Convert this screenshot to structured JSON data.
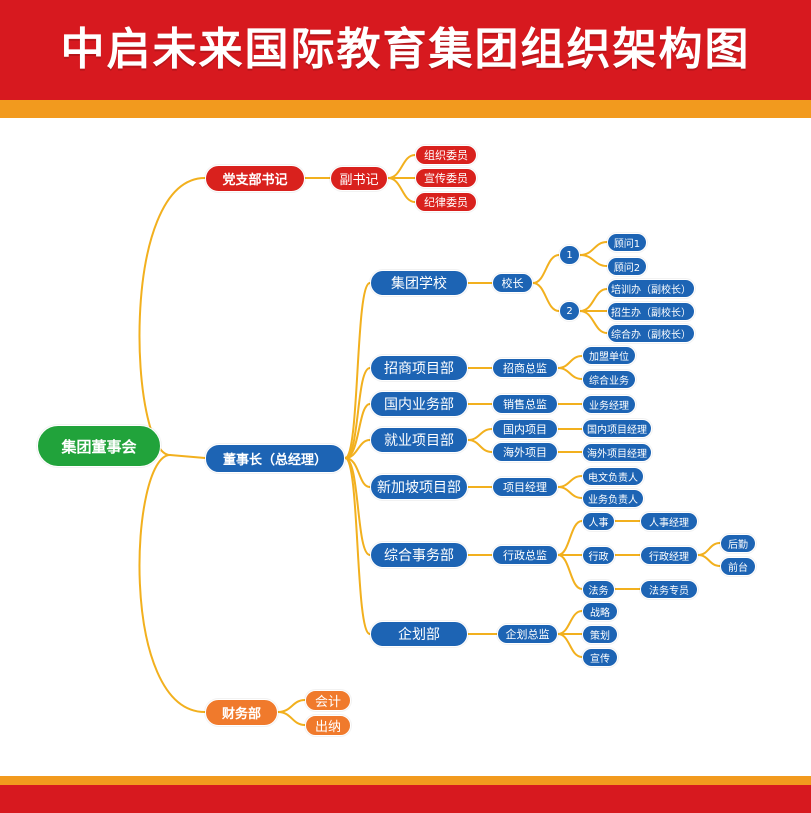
{
  "title": "中启未来国际教育集团组织架构图",
  "colors": {
    "header_red": "#d7191f",
    "band_orange": "#f29a1e",
    "root_green": "#21a33b",
    "party_red": "#d9211d",
    "main_blue": "#1d64b4",
    "finance_orange": "#f07a2c",
    "connector_yellow": "#f2b01e"
  },
  "tree": {
    "root": "集团董事会",
    "party": {
      "label": "党支部书记",
      "deputy": "副书记",
      "members": [
        "组织委员",
        "宣传委员",
        "纪律委员"
      ]
    },
    "chairman": {
      "label": "董事长（总经理）",
      "school": {
        "label": "集团学校",
        "head": "校长",
        "group1": {
          "label": "1",
          "items": [
            "顾问1",
            "顾问2"
          ]
        },
        "group2": {
          "label": "2",
          "items": [
            "培训办（副校长）",
            "招生办（副校长）",
            "综合办（副校长）"
          ]
        }
      },
      "investment": {
        "label": "招商项目部",
        "head": "招商总监",
        "items": [
          "加盟单位",
          "综合业务"
        ]
      },
      "domestic": {
        "label": "国内业务部",
        "head": "销售总监",
        "items": [
          "业务经理"
        ]
      },
      "employment": {
        "label": "就业项目部",
        "domestic_project": "国内项目",
        "domestic_manager": "国内项目经理",
        "overseas_project": "海外项目",
        "overseas_manager": "海外项目经理"
      },
      "singapore": {
        "label": "新加坡项目部",
        "head": "项目经理",
        "items": [
          "电文负责人",
          "业务负责人"
        ]
      },
      "general": {
        "label": "综合事务部",
        "head": "行政总监",
        "hr": "人事",
        "hr_manager": "人事经理",
        "admin": "行政",
        "admin_manager": "行政经理",
        "logistics": "后勤",
        "front_desk": "前台",
        "legal": "法务",
        "legal_specialist": "法务专员"
      },
      "planning": {
        "label": "企划部",
        "head": "企划总监",
        "items": [
          "战略",
          "策划",
          "宣传"
        ]
      }
    },
    "finance": {
      "label": "财务部",
      "items": [
        "会计",
        "出纳"
      ]
    }
  }
}
